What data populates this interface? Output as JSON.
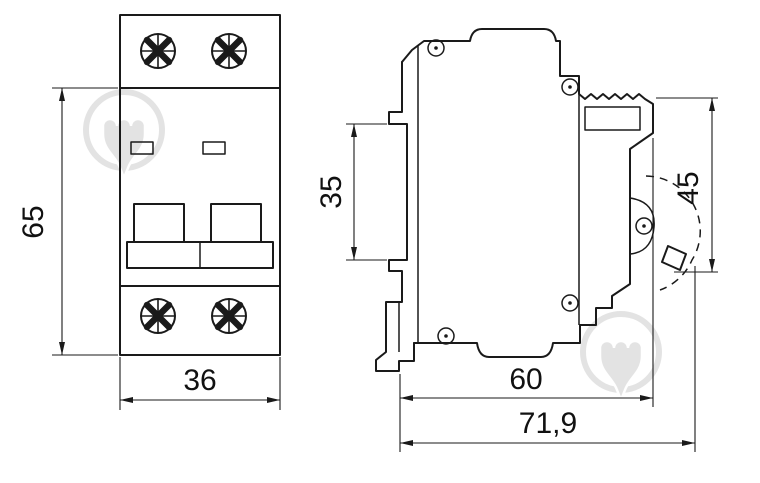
{
  "dimensions": {
    "front_height": "65",
    "front_width": "36",
    "side_din_height": "35",
    "side_depth": "60",
    "side_total_depth": "71,9",
    "side_front_height": "45"
  },
  "colors": {
    "line": "#1a1a1a",
    "watermark": "#c9c9c9",
    "background": "#ffffff"
  }
}
